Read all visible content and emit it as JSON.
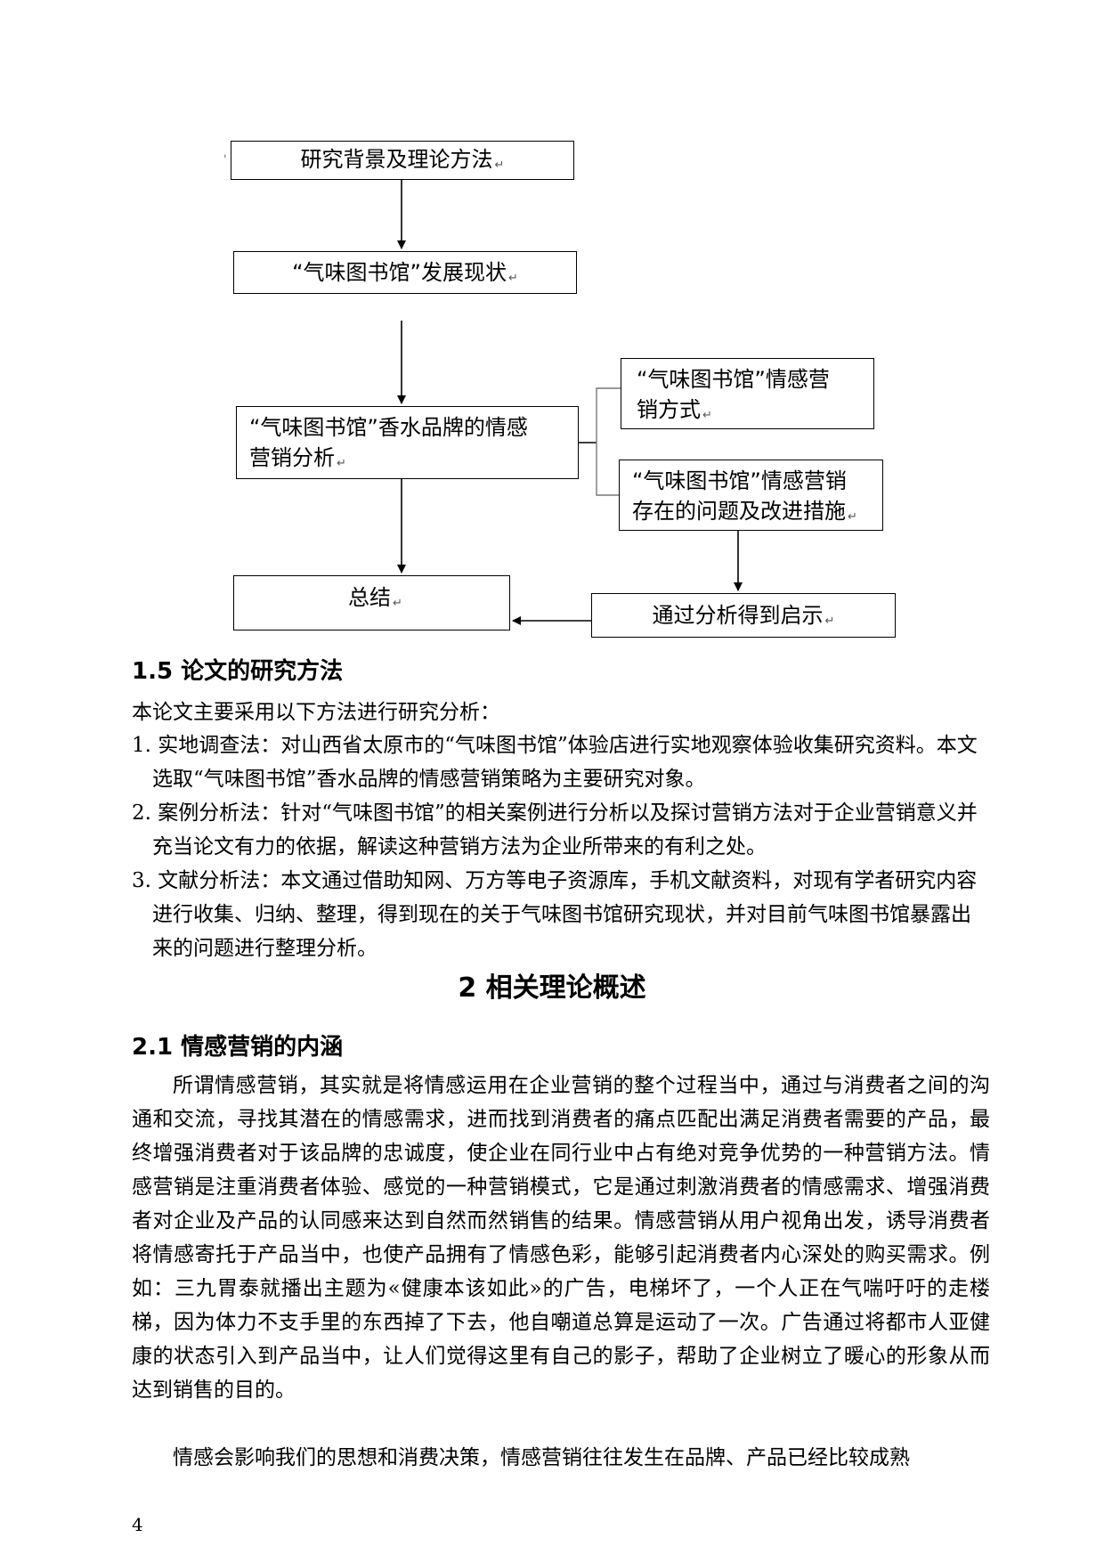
{
  "flowchart": {
    "nodes": {
      "background": "研究背景及理论方法",
      "status": "“气味图书馆”发展现状",
      "analysis_line1": "“气味图书馆”香水品牌的情感",
      "analysis_line2": "营销分析",
      "mode_line1": "“气味图书馆”情感营",
      "mode_line2": "销方式",
      "problem_line1": "“气味图书馆”情感营销",
      "problem_line2": "存在的问题及改进措施",
      "summary": "总结",
      "insight": "通过分析得到启示"
    },
    "paragraph_mark": "↵"
  },
  "section_1_5": {
    "title": "1.5 论文的研究方法",
    "intro": "本论文主要采用以下方法进行研究分析：",
    "methods": [
      "1. 实地调查法：对山西省太原市的“气味图书馆”体验店进行实地观察体验收集研究资料。本文选取“气味图书馆”香水品牌的情感营销策略为主要研究对象。",
      "2. 案例分析法：针对“气味图书馆”的相关案例进行分析以及探讨营销方法对于企业营销意义并充当论文有力的依据，解读这种营销方法为企业所带来的有利之处。",
      "3. 文献分析法：本文通过借助知网、万方等电子资源库，手机文献资料，对现有学者研究内容进行收集、归纳、整理，得到现在的关于气味图书馆研究现状，并对目前气味图书馆暴露出来的问题进行整理分析。"
    ]
  },
  "chapter_2": {
    "title": "2 相关理论概述"
  },
  "section_2_1": {
    "title": "2.1 情感营销的内涵",
    "paragraph_1": "所谓情感营销，其实就是将情感运用在企业营销的整个过程当中，通过与消费者之间的沟通和交流，寻找其潜在的情感需求，进而找到消费者的痛点匹配出满足消费者需要的产品，最终增强消费者对于该品牌的忠诚度，使企业在同行业中占有绝对竞争优势的一种营销方法。情感营销是注重消费者体验、感觉的一种营销模式，它是通过刺激消费者的情感需求、增强消费者对企业及产品的认同感来达到自然而然销售的结果。情感营销从用户视角出发，诱导消费者将情感寄托于产品当中，也使产品拥有了情感色彩，能够引起消费者内心深处的购买需求。例如：三九胃泰就播出主题为«健康本该如此»的广告，电梯坏了，一个人正在气喘吁吁的走楼梯，因为体力不支手里的东西掉了下去，他自嘲道总算是运动了一次。广告通过将都市人亚健康的状态引入到产品当中，让人们觉得这里有自己的影子，帮助了企业树立了暖心的形象从而达到销售的目的。",
    "paragraph_2": "情感会影响我们的思想和消费决策，情感营销往往发生在品牌、产品已经比较成熟"
  },
  "page_number": "4"
}
